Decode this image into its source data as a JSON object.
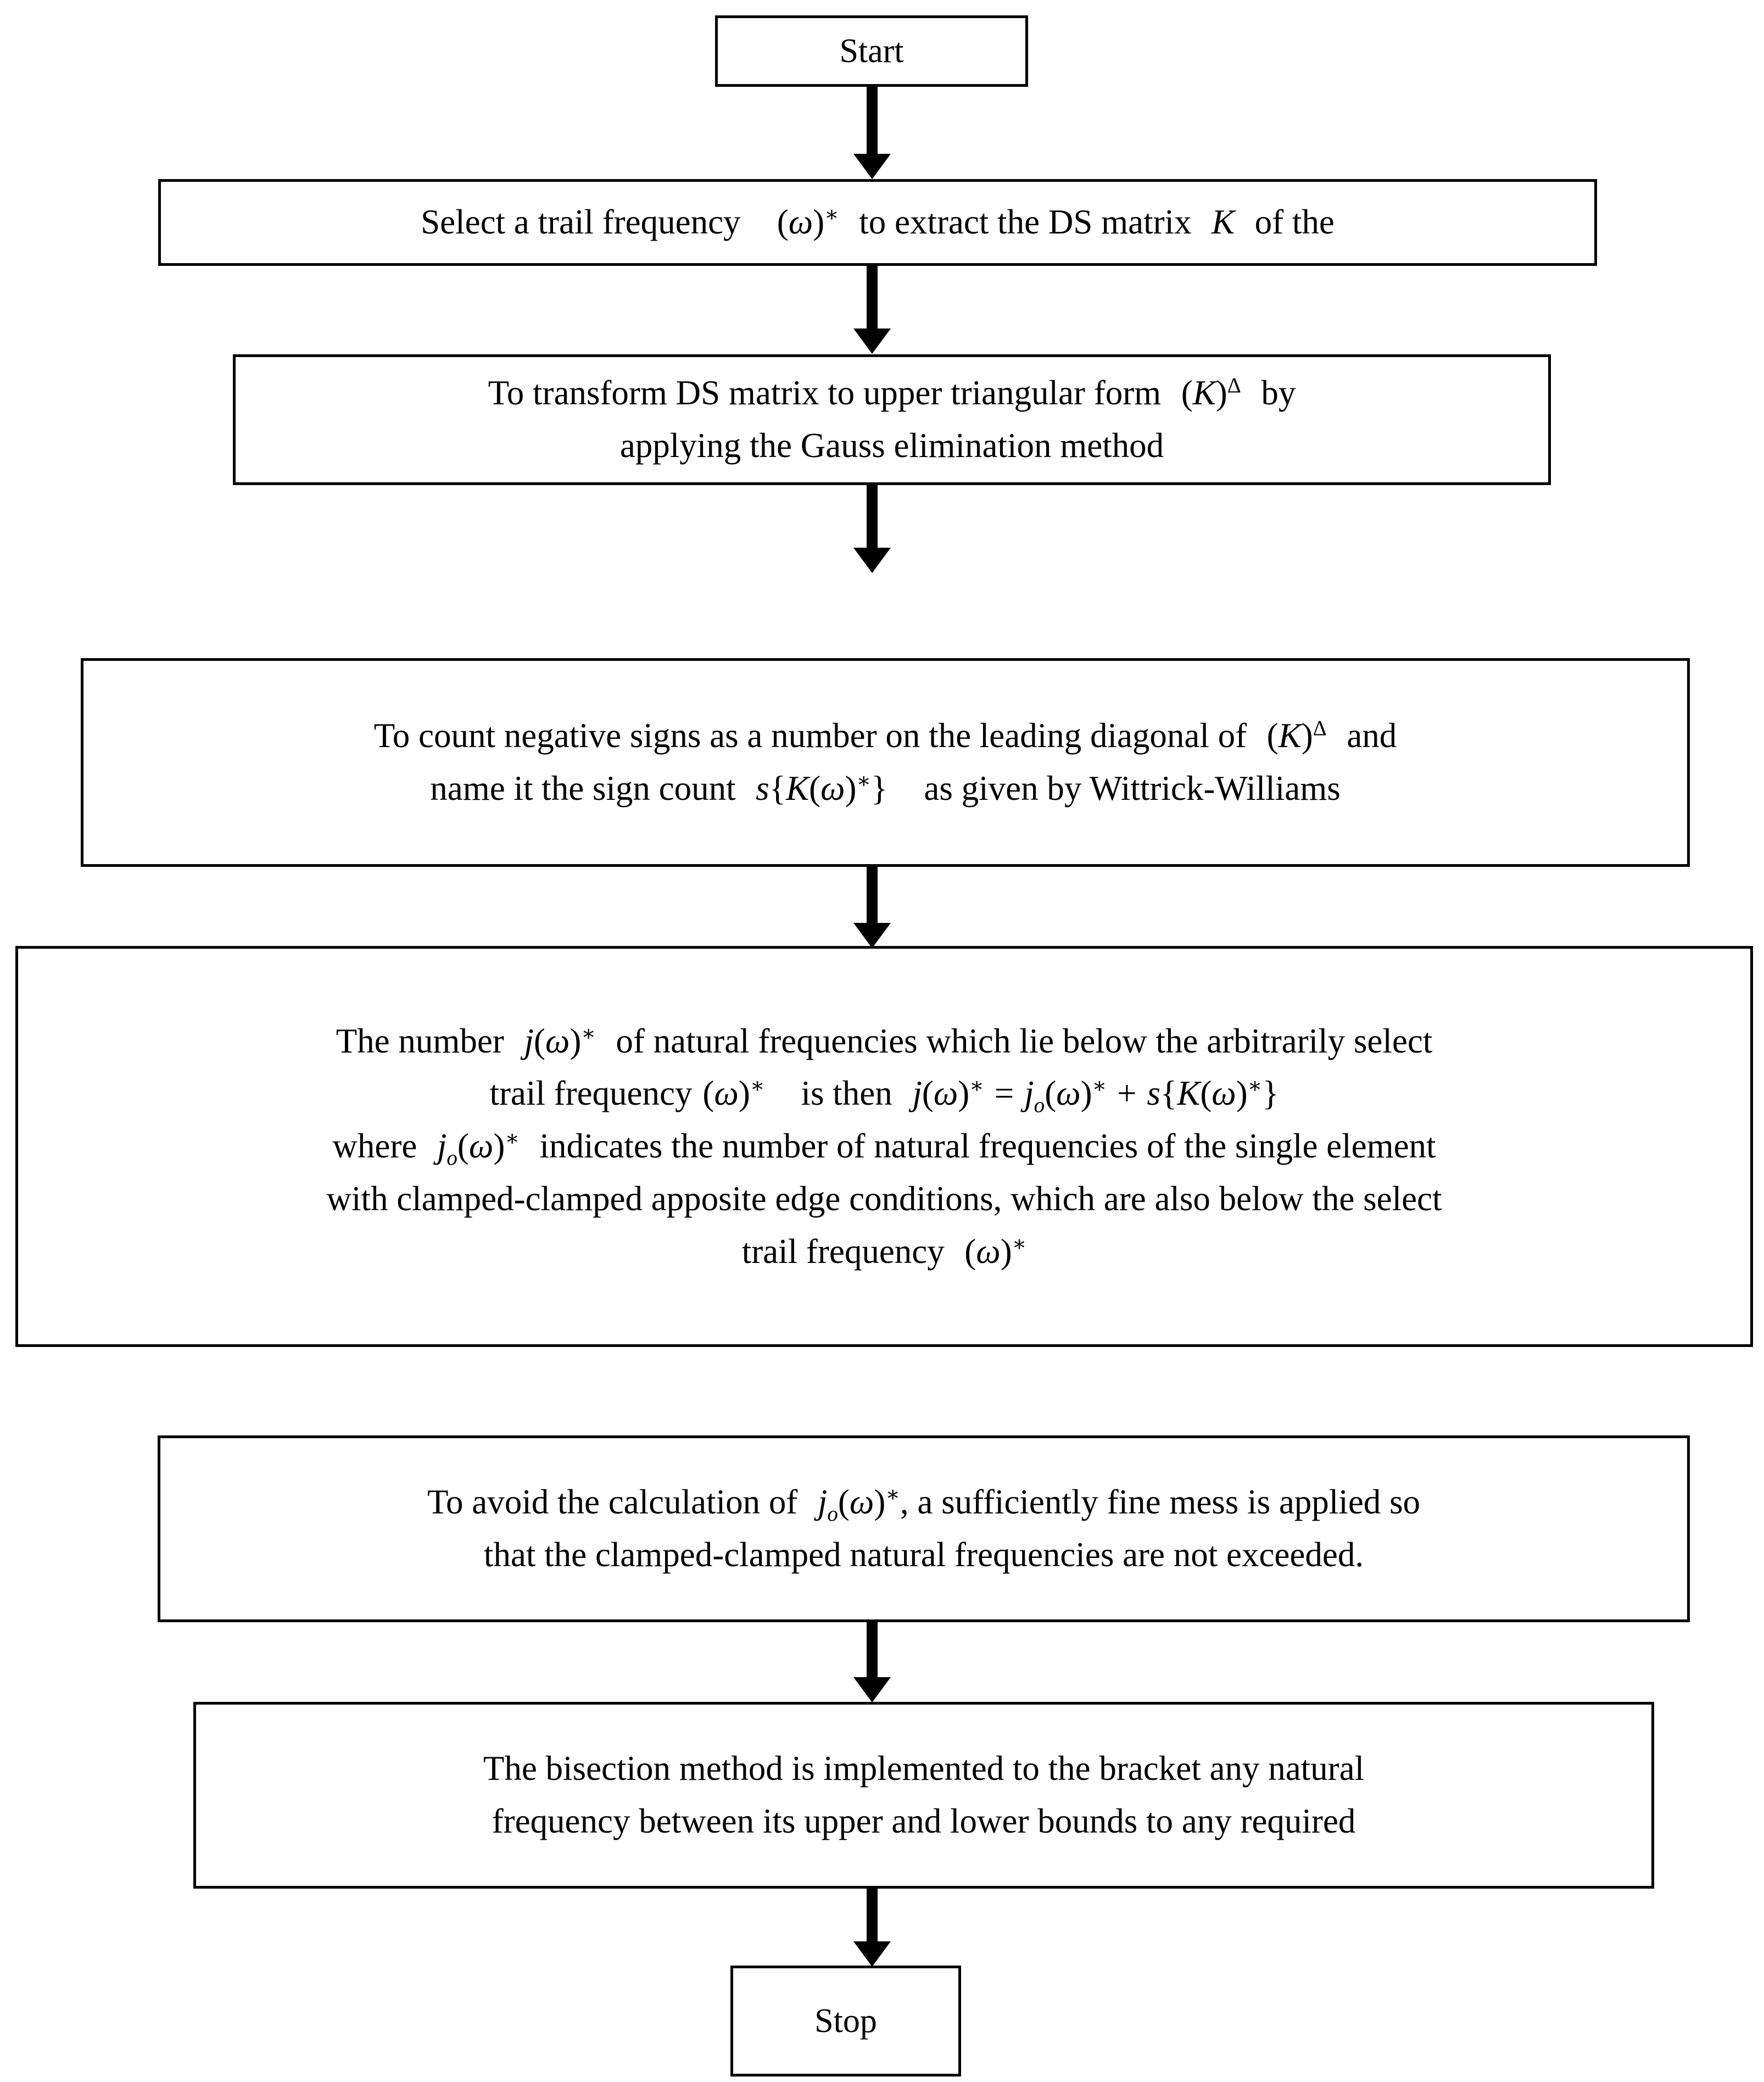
{
  "diagram": {
    "title": "Wittrick-Williams algorithm flowchart",
    "background": "#ffffff",
    "stroke": "#000000"
  },
  "nodes": [
    {
      "id": "start",
      "kind": "terminator",
      "label": "Start",
      "lines": [
        "Start"
      ]
    },
    {
      "id": "select-trail-frequency",
      "kind": "process",
      "lines": [
        "Select a trail frequency  (ω)*  to extract the DS matrix  K  of the"
      ],
      "line_parts": [
        [
          {
            "t": "Select a trail frequency",
            "s": "plain"
          },
          {
            "t": "gap-l",
            "s": "gap"
          },
          {
            "t": "(",
            "s": "mup"
          },
          {
            "t": "ω",
            "s": "mi"
          },
          {
            "t": ")",
            "s": "mup"
          },
          {
            "t": "*",
            "s": "sup"
          },
          {
            "t": "gap-m",
            "s": "gap"
          },
          {
            "t": "to extract the DS matrix",
            "s": "plain"
          },
          {
            "t": "gap-m",
            "s": "gap"
          },
          {
            "t": "K",
            "s": "mi"
          },
          {
            "t": "gap-m",
            "s": "gap"
          },
          {
            "t": "of the",
            "s": "plain"
          }
        ]
      ]
    },
    {
      "id": "transform-upper-triangular",
      "kind": "process",
      "lines": [
        "To transform DS matrix to upper triangular form  (K)Δ  by",
        "applying the Gauss elimination method"
      ],
      "line_parts": [
        [
          {
            "t": "To transform DS matrix to upper triangular form",
            "s": "plain"
          },
          {
            "t": "gap-m",
            "s": "gap"
          },
          {
            "t": "(",
            "s": "mup"
          },
          {
            "t": "K",
            "s": "mi"
          },
          {
            "t": ")",
            "s": "mup"
          },
          {
            "t": "Δ",
            "s": "sup"
          },
          {
            "t": "gap-m",
            "s": "gap"
          },
          {
            "t": "by",
            "s": "plain"
          }
        ],
        [
          {
            "t": "applying the Gauss elimination method",
            "s": "plain"
          }
        ]
      ]
    },
    {
      "id": "count-negative-signs",
      "kind": "process",
      "lines": [
        "To count negative signs as a number on the leading diagonal of  (K)Δ  and",
        "name it the sign count  s{K(ω)*}   as given by Wittrick-Williams"
      ],
      "line_parts": [
        [
          {
            "t": "To count negative signs as a number on the leading diagonal of",
            "s": "plain"
          },
          {
            "t": "gap-m",
            "s": "gap"
          },
          {
            "t": "(",
            "s": "mup"
          },
          {
            "t": "K",
            "s": "mi"
          },
          {
            "t": ")",
            "s": "mup"
          },
          {
            "t": "Δ",
            "s": "sup"
          },
          {
            "t": "gap-m",
            "s": "gap"
          },
          {
            "t": "and",
            "s": "plain"
          }
        ],
        [
          {
            "t": "name it the sign count",
            "s": "plain"
          },
          {
            "t": "gap-m",
            "s": "gap"
          },
          {
            "t": "s",
            "s": "mi"
          },
          {
            "t": "{",
            "s": "mup"
          },
          {
            "t": "K",
            "s": "mi"
          },
          {
            "t": "(",
            "s": "mup"
          },
          {
            "t": "ω",
            "s": "mi"
          },
          {
            "t": ")",
            "s": "mup"
          },
          {
            "t": "*",
            "s": "sup"
          },
          {
            "t": "}",
            "s": "mup"
          },
          {
            "t": "gap-l",
            "s": "gap"
          },
          {
            "t": "as given by Wittrick-Williams",
            "s": "plain"
          }
        ]
      ]
    },
    {
      "id": "number-of-natural-frequencies",
      "kind": "process",
      "lines": [
        "The number  j(ω)*  of natural frequencies which lie below the arbitrarily select",
        "trail frequency (ω)*   is then  j(ω)* = jₒ(ω)* + s{K(ω)*}",
        "where  jₒ(ω)*  indicates the number of natural frequencies of the single element",
        "with clamped-clamped apposite edge conditions, which are also below the select",
        "trail frequency  (ω)*"
      ],
      "line_parts": [
        [
          {
            "t": "The number",
            "s": "plain"
          },
          {
            "t": "gap-m",
            "s": "gap"
          },
          {
            "t": "j",
            "s": "mi"
          },
          {
            "t": "(",
            "s": "mup"
          },
          {
            "t": "ω",
            "s": "mi"
          },
          {
            "t": ")",
            "s": "mup"
          },
          {
            "t": "*",
            "s": "sup"
          },
          {
            "t": "gap-m",
            "s": "gap"
          },
          {
            "t": "of natural frequencies which lie below the arbitrarily select",
            "s": "plain"
          }
        ],
        [
          {
            "t": "trail frequency",
            "s": "plain"
          },
          {
            "t": "gap-s",
            "s": "gap"
          },
          {
            "t": "(",
            "s": "mup"
          },
          {
            "t": "ω",
            "s": "mi"
          },
          {
            "t": ")",
            "s": "mup"
          },
          {
            "t": "*",
            "s": "sup"
          },
          {
            "t": "gap-l",
            "s": "gap"
          },
          {
            "t": "is then",
            "s": "plain"
          },
          {
            "t": "gap-m",
            "s": "gap"
          },
          {
            "t": "j",
            "s": "mi"
          },
          {
            "t": "(",
            "s": "mup"
          },
          {
            "t": "ω",
            "s": "mi"
          },
          {
            "t": ")",
            "s": "mup"
          },
          {
            "t": "*",
            "s": "sup"
          },
          {
            "t": "gap-s",
            "s": "gap"
          },
          {
            "t": "=",
            "s": "mup"
          },
          {
            "t": "gap-s",
            "s": "gap"
          },
          {
            "t": "j",
            "s": "mi"
          },
          {
            "t": "o",
            "s": "sub-i"
          },
          {
            "t": "(",
            "s": "mup"
          },
          {
            "t": "ω",
            "s": "mi"
          },
          {
            "t": ")",
            "s": "mup"
          },
          {
            "t": "*",
            "s": "sup"
          },
          {
            "t": "gap-s",
            "s": "gap"
          },
          {
            "t": "+",
            "s": "mup"
          },
          {
            "t": "gap-s",
            "s": "gap"
          },
          {
            "t": "s",
            "s": "mi"
          },
          {
            "t": "{",
            "s": "mup"
          },
          {
            "t": "K",
            "s": "mi"
          },
          {
            "t": "(",
            "s": "mup"
          },
          {
            "t": "ω",
            "s": "mi"
          },
          {
            "t": ")",
            "s": "mup"
          },
          {
            "t": "*",
            "s": "sup"
          },
          {
            "t": "}",
            "s": "mup"
          }
        ],
        [
          {
            "t": "where",
            "s": "plain"
          },
          {
            "t": "gap-m",
            "s": "gap"
          },
          {
            "t": "j",
            "s": "mi"
          },
          {
            "t": "o",
            "s": "sub-i"
          },
          {
            "t": "(",
            "s": "mup"
          },
          {
            "t": "ω",
            "s": "mi"
          },
          {
            "t": ")",
            "s": "mup"
          },
          {
            "t": "*",
            "s": "sup"
          },
          {
            "t": "gap-m",
            "s": "gap"
          },
          {
            "t": "indicates the number of natural frequencies of the single element",
            "s": "plain"
          }
        ],
        [
          {
            "t": "with clamped-clamped apposite edge conditions, which are also below the select",
            "s": "plain"
          }
        ],
        [
          {
            "t": "trail frequency",
            "s": "plain"
          },
          {
            "t": "gap-m",
            "s": "gap"
          },
          {
            "t": "(",
            "s": "mup"
          },
          {
            "t": "ω",
            "s": "mi"
          },
          {
            "t": ")",
            "s": "mup"
          },
          {
            "t": "*",
            "s": "sup"
          }
        ]
      ]
    },
    {
      "id": "avoid-calculation",
      "kind": "process",
      "lines": [
        "To avoid the calculation of  jₒ(ω)*, a sufficiently fine mess is applied so",
        "that the clamped-clamped natural frequencies are not exceeded."
      ],
      "line_parts": [
        [
          {
            "t": "To avoid the calculation of",
            "s": "plain"
          },
          {
            "t": "gap-m",
            "s": "gap"
          },
          {
            "t": "j",
            "s": "mi"
          },
          {
            "t": "o",
            "s": "sub-i"
          },
          {
            "t": "(",
            "s": "mup"
          },
          {
            "t": "ω",
            "s": "mi"
          },
          {
            "t": ")",
            "s": "mup"
          },
          {
            "t": "*",
            "s": "sup"
          },
          {
            "t": ", a sufficiently fine mess is applied so",
            "s": "plain"
          }
        ],
        [
          {
            "t": "that the clamped-clamped natural frequencies are not exceeded.",
            "s": "plain"
          }
        ]
      ]
    },
    {
      "id": "bisection-method",
      "kind": "process",
      "lines": [
        "The bisection method is implemented to the bracket any natural",
        "frequency between its upper and lower bounds to any required"
      ],
      "line_parts": [
        [
          {
            "t": "The bisection method is implemented to the bracket any natural",
            "s": "plain"
          }
        ],
        [
          {
            "t": "frequency between its upper and lower bounds to any required",
            "s": "plain"
          }
        ]
      ]
    },
    {
      "id": "stop",
      "kind": "terminator",
      "label": "Stop",
      "lines": [
        "Stop"
      ]
    }
  ],
  "connectors": [
    {
      "id": "start-to-select",
      "from": "start",
      "to": "select-trail-frequency",
      "shape": "down-arrow"
    },
    {
      "id": "select-to-transform",
      "from": "select-trail-frequency",
      "to": "transform-upper-triangular",
      "shape": "down-arrow"
    },
    {
      "id": "transform-to-count",
      "from": "transform-upper-triangular",
      "to": "count-negative-signs",
      "shape": "down-arrow"
    },
    {
      "id": "count-to-number",
      "from": "count-negative-signs",
      "to": "number-of-natural-frequencies",
      "shape": "down-arrow"
    },
    {
      "id": "number-to-avoid",
      "from": "number-of-natural-frequencies",
      "to": "avoid-calculation",
      "shape": "down-arrow"
    },
    {
      "id": "avoid-to-bisection",
      "from": "avoid-calculation",
      "to": "bisection-method",
      "shape": "down-arrow"
    },
    {
      "id": "bisection-to-stop",
      "from": "bisection-method",
      "to": "stop",
      "shape": "down-arrow"
    }
  ]
}
